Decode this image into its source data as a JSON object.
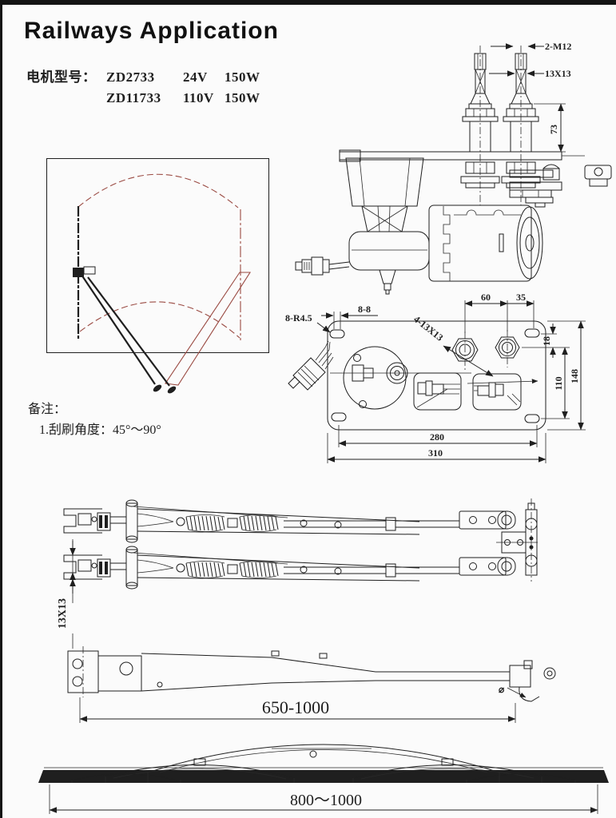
{
  "page": {
    "title": "Railways Application",
    "background": "#fbfbfb",
    "ink_color": "#1f1f1f",
    "accent_red": "#9a4a42"
  },
  "motor_spec": {
    "label": "电机型号：",
    "models": [
      {
        "model": "ZD2733",
        "voltage": "24V",
        "power": "150W"
      },
      {
        "model": "ZD11733",
        "voltage": "110V",
        "power": "150W"
      }
    ]
  },
  "notes": {
    "heading": "备注：",
    "item1": "1.刮刷角度：45°～90°"
  },
  "motor_drawing": {
    "dim_thread": "2-M12",
    "dim_taper": "13X13",
    "dim_shaft_height": "73"
  },
  "plate_drawing": {
    "dim_slot_radius": "8-R4.5",
    "dim_slot_width": "8-8",
    "dim_taper_holes": "4-13X13",
    "dim_shaft_spacing": "60",
    "dim_shaft_to_edge": "35",
    "dim_hole_offset": "18",
    "dim_hole_span": "110",
    "dim_plate_height": "148",
    "dim_hole_pitch": "280",
    "dim_plate_width": "310"
  },
  "arm_drawing": {
    "dim_taper": "13X13",
    "dim_length": "650-1000",
    "diameter_mark": "⌀"
  },
  "blade_drawing": {
    "dim_length": "800～1000"
  }
}
